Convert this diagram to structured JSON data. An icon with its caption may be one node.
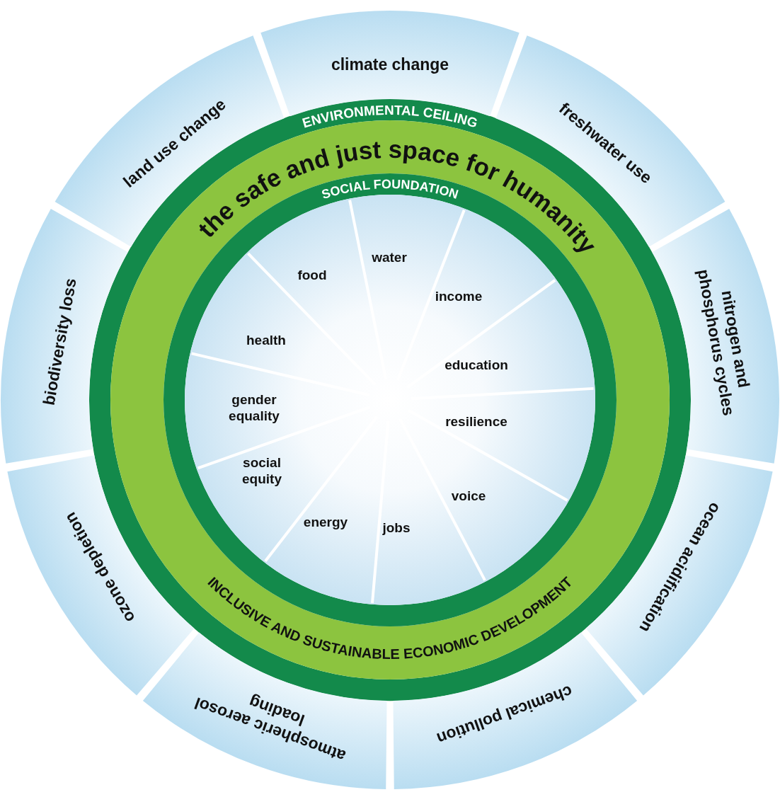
{
  "diagram": {
    "nodes": [
      {
        "text": [
          "climate change"
        ]
      },
      {
        "text": [
          "freshwater use"
        ]
      },
      {
        "text": [
          "nitrogen and phosphorus cycles"
        ]
      },
      {
        "text": [
          "ocean acidification"
        ]
      },
      {
        "text": [
          "chemical pollution"
        ]
      },
      {
        "text": [
          "atmospheric aerosol loading"
        ]
      },
      {
        "text": [
          "ozone depletion"
        ]
      },
      {
        "text": [
          "biodiversity loss"
        ]
      },
      {
        "text": [
          "land use change"
        ]
      },
      {
        "text": [
          "food"
        ]
      },
      {
        "text": [
          "water"
        ]
      },
      {
        "text": [
          "income"
        ]
      },
      {
        "text": [
          "education"
        ]
      },
      {
        "text": [
          "resilience"
        ]
      },
      {
        "text": [
          "voice"
        ]
      },
      {
        "text": [
          "jobs"
        ]
      },
      {
        "text": [
          "energy"
        ]
      },
      {
        "text": [
          "social equity"
        ]
      },
      {
        "text": [
          "gender equality"
        ]
      },
      {
        "text": [
          "health"
        ]
      }
    ],
    "labels": [
      "ENVIRONMENTAL CEILING",
      "the safe and just space for humanity",
      "SOCIAL FOUNDATION",
      "INCLUSIVE AND SUSTAINABLE ECONOMIC DEVELOPMENT"
    ]
  }
}
